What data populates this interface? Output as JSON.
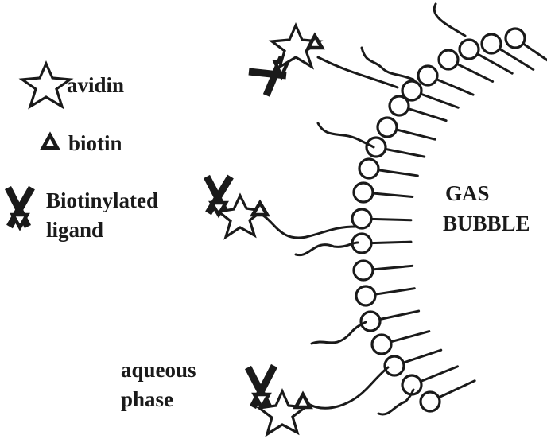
{
  "legend": {
    "avidin": "avidin",
    "biotin": "biotin",
    "ligand_line1": "Biotinylated",
    "ligand_line2": "ligand"
  },
  "labels": {
    "gas_line1": "GAS",
    "gas_line2": "BUBBLE",
    "aqueous_line1": "aqueous",
    "aqueous_line2": "phase"
  },
  "colors": {
    "ink": "#1a1a1a",
    "background": "#ffffff"
  }
}
